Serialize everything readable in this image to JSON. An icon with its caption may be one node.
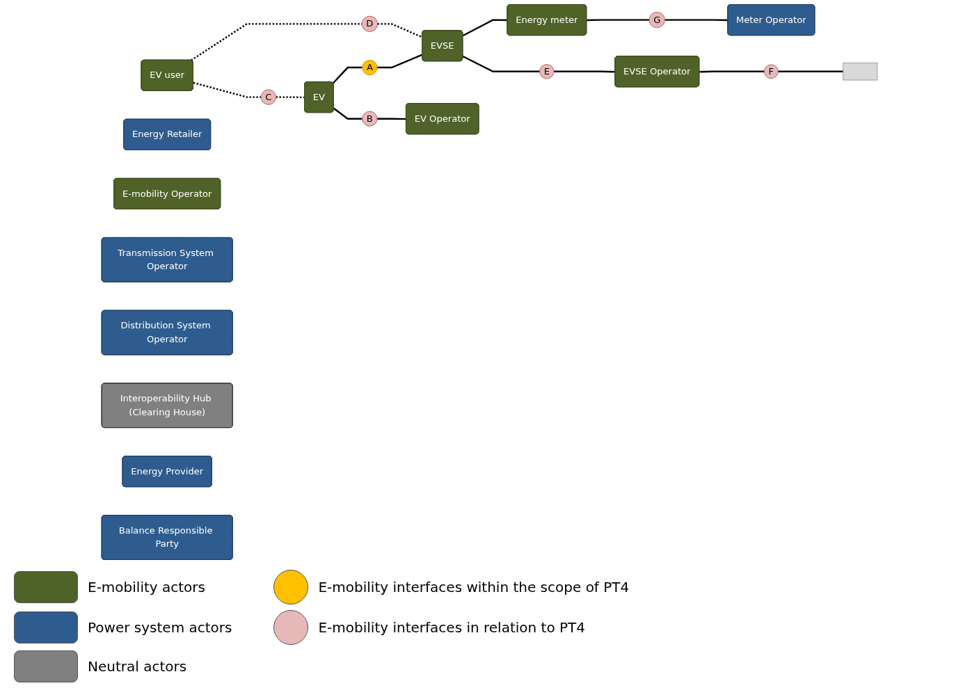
{
  "diagram": {
    "nodes": [
      {
        "text": [
          "EV user"
        ]
      },
      {
        "text": [
          "EV"
        ]
      },
      {
        "text": [
          "EVSE"
        ]
      },
      {
        "text": [
          "EVSE Operator"
        ]
      },
      {
        "text": [
          "Energy meter"
        ]
      },
      {
        "text": [
          "Energy Retailer"
        ]
      },
      {
        "text": [
          "E-mobility Operator"
        ]
      },
      {
        "text": [
          "Meter Operator"
        ]
      },
      {
        "text": [
          "EV Operator"
        ]
      },
      {
        "text": [],
        "shape": "bar"
      },
      {
        "text": [
          "Transmission System Operator"
        ]
      },
      {
        "text": [
          "Distribution System Operator"
        ]
      },
      {
        "text": [
          "Interoperability Hub (Clearing House)"
        ]
      },
      {
        "text": [
          "Energy Provider"
        ]
      },
      {
        "text": [
          "Balance Responsible Party"
        ]
      },
      {
        "text": [
          "A"
        ]
      },
      {
        "text": [
          "B"
        ]
      },
      {
        "text": [
          "C"
        ]
      },
      {
        "text": [
          "D"
        ]
      },
      {
        "text": [
          "E"
        ]
      },
      {
        "text": [
          "F"
        ]
      },
      {
        "text": [
          "G"
        ]
      }
    ],
    "edges": [
      {
        "from": 0,
        "to": 17,
        "arrow": "none",
        "style": "dashed"
      },
      {
        "from": 17,
        "to": 1,
        "arrow": "none",
        "style": "dashed"
      },
      {
        "from": 0,
        "to": 18,
        "arrow": "none",
        "style": "dashed"
      },
      {
        "from": 18,
        "to": 2,
        "arrow": "none",
        "style": "dashed"
      },
      {
        "from": 1,
        "to": 15,
        "arrow": "none"
      },
      {
        "from": 15,
        "to": 2,
        "arrow": "none"
      },
      {
        "from": 2,
        "to": 19,
        "arrow": "none"
      },
      {
        "from": 19,
        "to": 3,
        "arrow": "none"
      },
      {
        "from": 2,
        "to": 4,
        "arrow": "none"
      },
      {
        "from": 3,
        "to": 20,
        "arrow": "none"
      },
      {
        "from": 20,
        "to": 9,
        "arrow": "none"
      },
      {
        "from": 4,
        "to": 21,
        "arrow": "none"
      },
      {
        "from": 21,
        "to": 7,
        "arrow": "none"
      },
      {
        "from": 1,
        "to": 16,
        "arrow": "none"
      },
      {
        "from": 16,
        "to": 8,
        "arrow": "none"
      }
    ],
    "legend": [
      {
        "text": "E-mobility actors",
        "color": "#4f6228"
      },
      {
        "text": "Power system actors",
        "color": "#2e5c8f"
      },
      {
        "text": "Neutral actors",
        "color": "#808080"
      },
      {
        "text": "E-mobility interfaces within the scope of PT4",
        "color": "#ffc000"
      },
      {
        "text": "E-mobility interfaces in relation to PT4",
        "color": "#e6b9b8"
      }
    ]
  }
}
